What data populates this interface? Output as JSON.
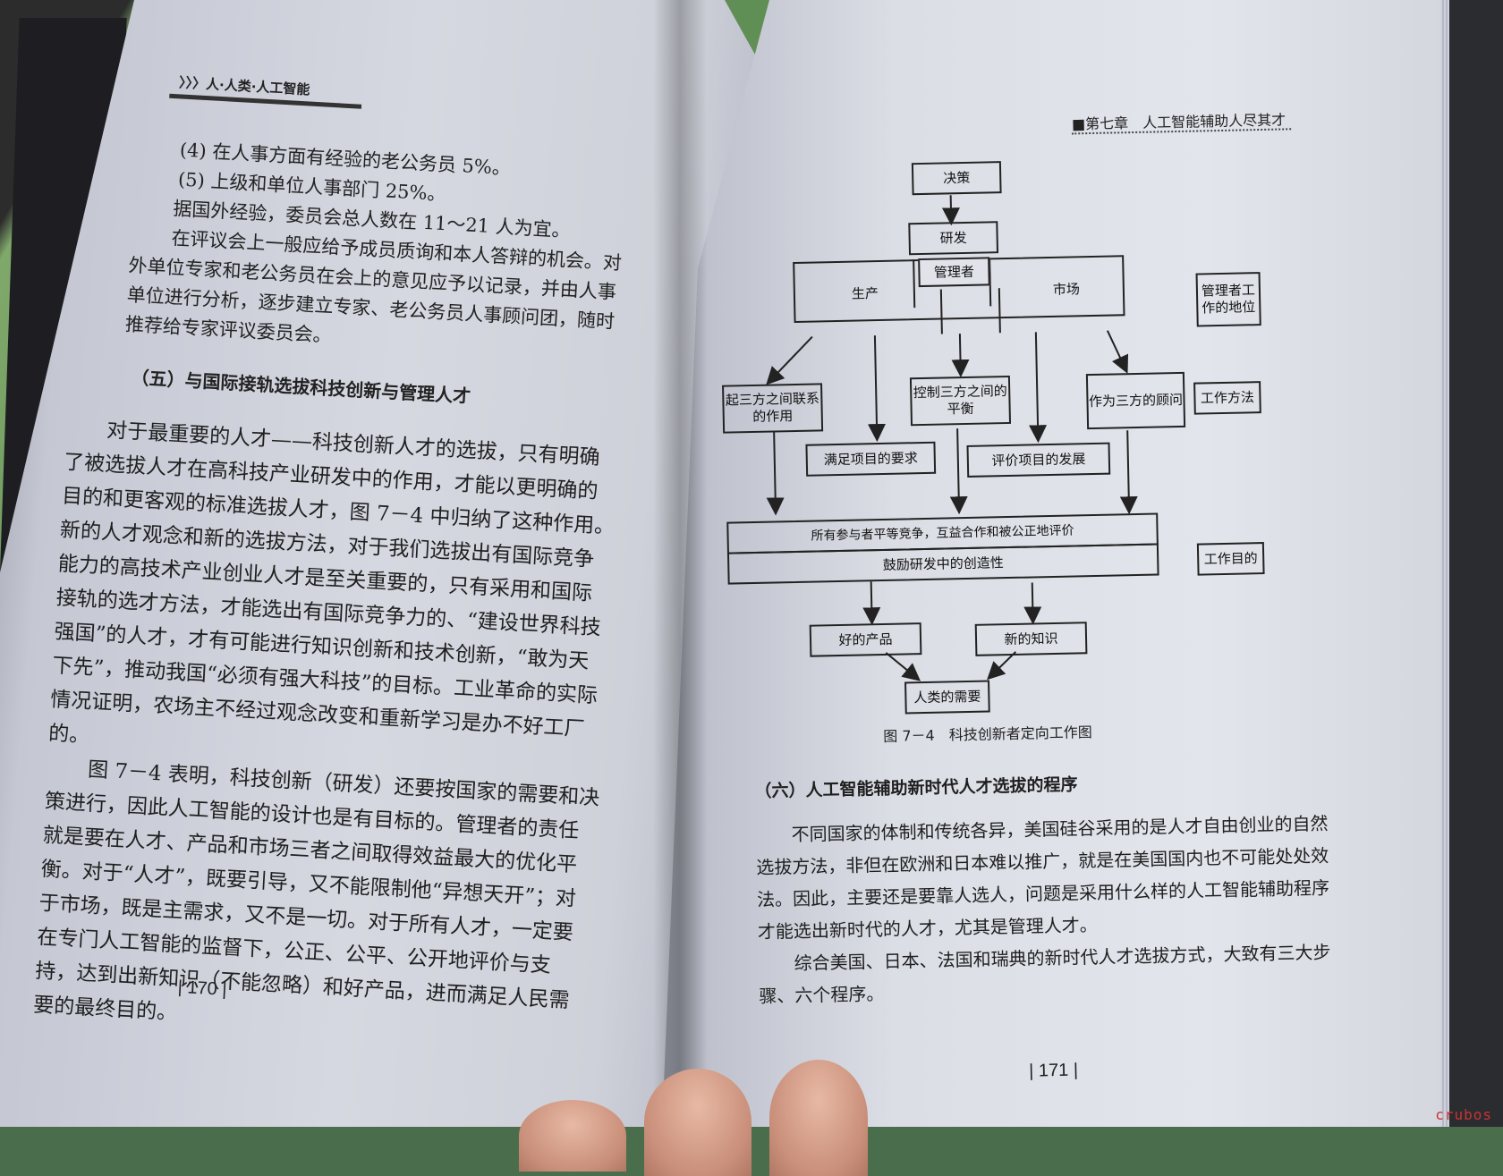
{
  "left_page": {
    "running_head": "〉〉〉人·人类·人工智能",
    "items": [
      "(4) 在人事方面有经验的老公务员 5%。",
      "(5) 上级和单位人事部门 25%。",
      "据国外经验，委员会总人数在 11～21 人为宜。",
      "在评议会上一般应给予成员质询和本人答辩的机会。对外单位专家和老公务员在会上的意见应予以记录，并由人事单位进行分析，逐步建立专家、老公务员人事顾问团，随时推荐给专家评议委员会。"
    ],
    "section_heading": "（五）与国际接轨选拔科技创新与管理人才",
    "paragraphs": [
      "对于最重要的人才——科技创新人才的选拔，只有明确了被选拔人才在高科技产业研发中的作用，才能以更明确的目的和更客观的标准选拔人才，图 7－4 中归纳了这种作用。新的人才观念和新的选拔方法，对于我们选拔出有国际竞争能力的高技术产业创业人才是至关重要的，只有采用和国际接轨的选才方法，才能选出有国际竞争力的、“建设世界科技强国”的人才，才有可能进行知识创新和技术创新，“敢为天下先”，推动我国“必须有强大科技”的目标。工业革命的实际情况证明，农场主不经过观念改变和重新学习是办不好工厂的。",
      "图 7－4 表明，科技创新（研发）还要按国家的需要和决策进行，因此人工智能的设计也是有目标的。管理者的责任就是要在人才、产品和市场三者之间取得效益最大的优化平衡。对于“人才”，既要引导，又不能限制他“异想天开”；对于市场，既是主需求，又不是一切。对于所有人才，一定要在专门人工智能的监督下，公正、公平、公开地评价与支持，达到出新知识（不能忽略）和好产品，进而满足人民需要的最终目的。"
    ],
    "page_number": "| 170 |"
  },
  "right_page": {
    "chapter_head": "■第七章　人工智能辅助人尽其才",
    "diagram": {
      "decision": "决策",
      "rnd": "研发",
      "manager": "管理者",
      "production": "生产",
      "market": "市场",
      "role_link": "起三方之间联系的作用",
      "role_balance": "控制三方之间的平衡",
      "role_advisor": "作为三方的顾问",
      "need_project": "满足项目的要求",
      "eval_project": "评价项目的发展",
      "fair_compete": "所有参与者平等竞争，互益合作和被公正地评价",
      "encourage": "鼓励研发中的创造性",
      "good_product": "好的产品",
      "new_knowledge": "新的知识",
      "human_needs": "人类的需要",
      "side_status": "管理者工作的地位",
      "side_method": "工作方法",
      "side_goal": "工作目的"
    },
    "figure_caption": "图 7－4　科技创新者定向工作图",
    "section_heading": "（六）人工智能辅助新时代人才选拔的程序",
    "paragraphs": [
      "不同国家的体制和传统各异，美国硅谷采用的是人才自由创业的自然选拔方法，非但在欧洲和日本难以推广，就是在美国国内也不可能处处效法。因此，主要还是要靠人选人，问题是采用什么样的人工智能辅助程序才能选出新时代的人才，尤其是管理人才。",
      "综合美国、日本、法国和瑞典的新时代人才选拔方式，大致有三大步骤、六个程序。"
    ],
    "page_number": "| 171 |"
  },
  "watermark": "crubos"
}
